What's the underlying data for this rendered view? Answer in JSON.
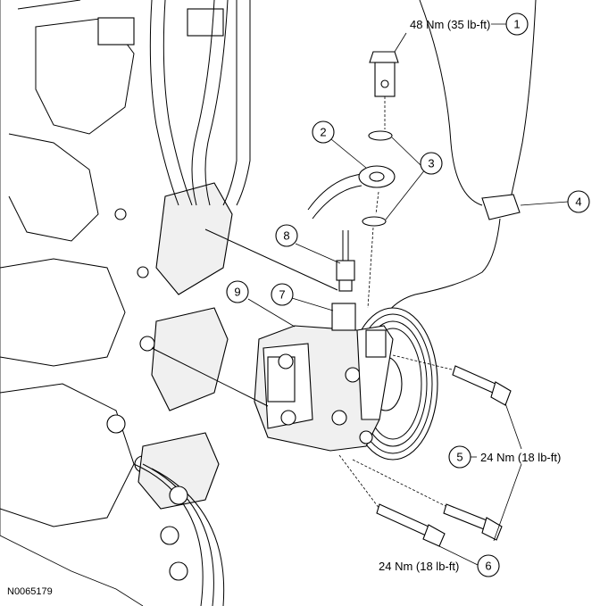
{
  "figure_id": "N0065179",
  "callouts": [
    {
      "num": "1",
      "spec": "48 Nm (35 lb-ft)"
    },
    {
      "num": "2",
      "spec": ""
    },
    {
      "num": "3",
      "spec": ""
    },
    {
      "num": "4",
      "spec": ""
    },
    {
      "num": "5",
      "spec": "24 Nm (18 lb-ft)"
    },
    {
      "num": "6",
      "spec": "24 Nm (18 lb-ft)"
    },
    {
      "num": "7",
      "spec": ""
    },
    {
      "num": "8",
      "spec": ""
    },
    {
      "num": "9",
      "spec": ""
    }
  ]
}
